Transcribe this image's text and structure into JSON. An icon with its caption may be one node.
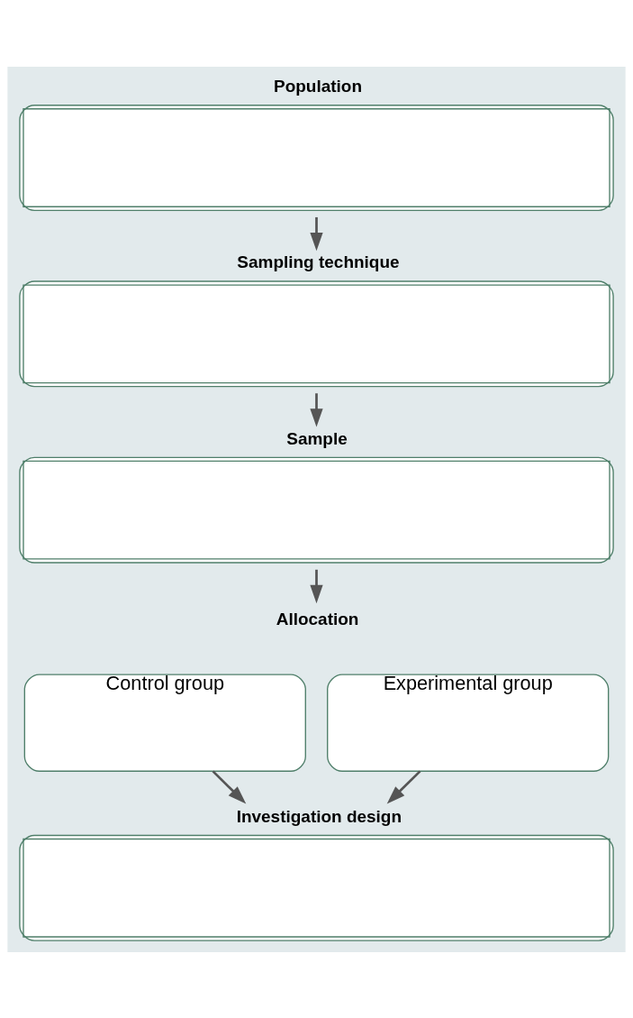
{
  "diagram": {
    "nodes": [
      {
        "text": [
          "Population"
        ]
      },
      {
        "text": [
          "Sampling technique"
        ]
      },
      {
        "text": [
          "Sample"
        ]
      },
      {
        "text": [
          "Allocation"
        ]
      },
      {
        "text": [
          "Control group"
        ]
      },
      {
        "text": [
          "Experimental group"
        ]
      },
      {
        "text": [
          "Investigation design"
        ]
      }
    ],
    "edges": [
      {
        "from": 0,
        "to": 1,
        "arrow": "to"
      },
      {
        "from": 1,
        "to": 2,
        "arrow": "to"
      },
      {
        "from": 2,
        "to": 3,
        "arrow": "to"
      },
      {
        "from": 4,
        "to": 6,
        "arrow": "to"
      },
      {
        "from": 5,
        "to": 6,
        "arrow": "to"
      }
    ]
  }
}
